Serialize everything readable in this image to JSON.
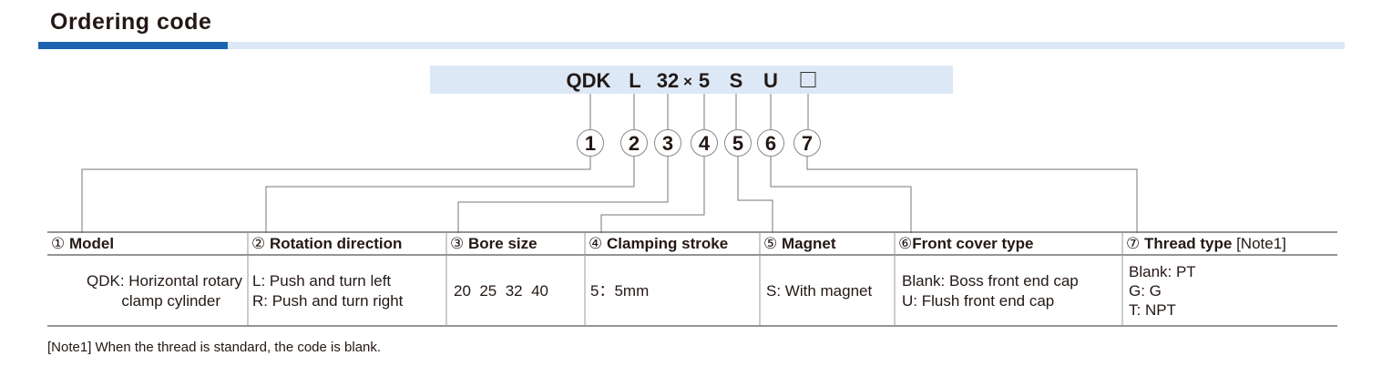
{
  "title": "Ordering code",
  "code": {
    "parts": [
      "QDK",
      "L",
      "32",
      "×",
      "5",
      "S",
      "U"
    ],
    "placeholder": "□"
  },
  "callouts": [
    "1",
    "2",
    "3",
    "4",
    "5",
    "6",
    "7"
  ],
  "table": {
    "headers": [
      {
        "num": "①",
        "label": "Model"
      },
      {
        "num": "②",
        "label": "Rotation direction"
      },
      {
        "num": "③",
        "label": "Bore size"
      },
      {
        "num": "④",
        "label": "Clamping stroke"
      },
      {
        "num": "⑤",
        "label": "Magnet"
      },
      {
        "num": "⑥",
        "label": "Front cover type"
      },
      {
        "num": "⑦",
        "label": "Thread type",
        "note": "[Note1]"
      }
    ],
    "cells": [
      [
        "QDK: Horizontal rotary",
        "clamp cylinder"
      ],
      [
        "L: Push and turn left",
        "R: Push and turn right"
      ],
      [
        "20  25  32  40"
      ],
      [
        "5：5mm"
      ],
      [
        "S: With magnet"
      ],
      [
        "Blank: Boss front end cap",
        "U: Flush front end cap"
      ],
      [
        "Blank: PT",
        "G: G",
        "T: NPT"
      ]
    ]
  },
  "note": "[Note1] When the thread is standard, the code is blank."
}
